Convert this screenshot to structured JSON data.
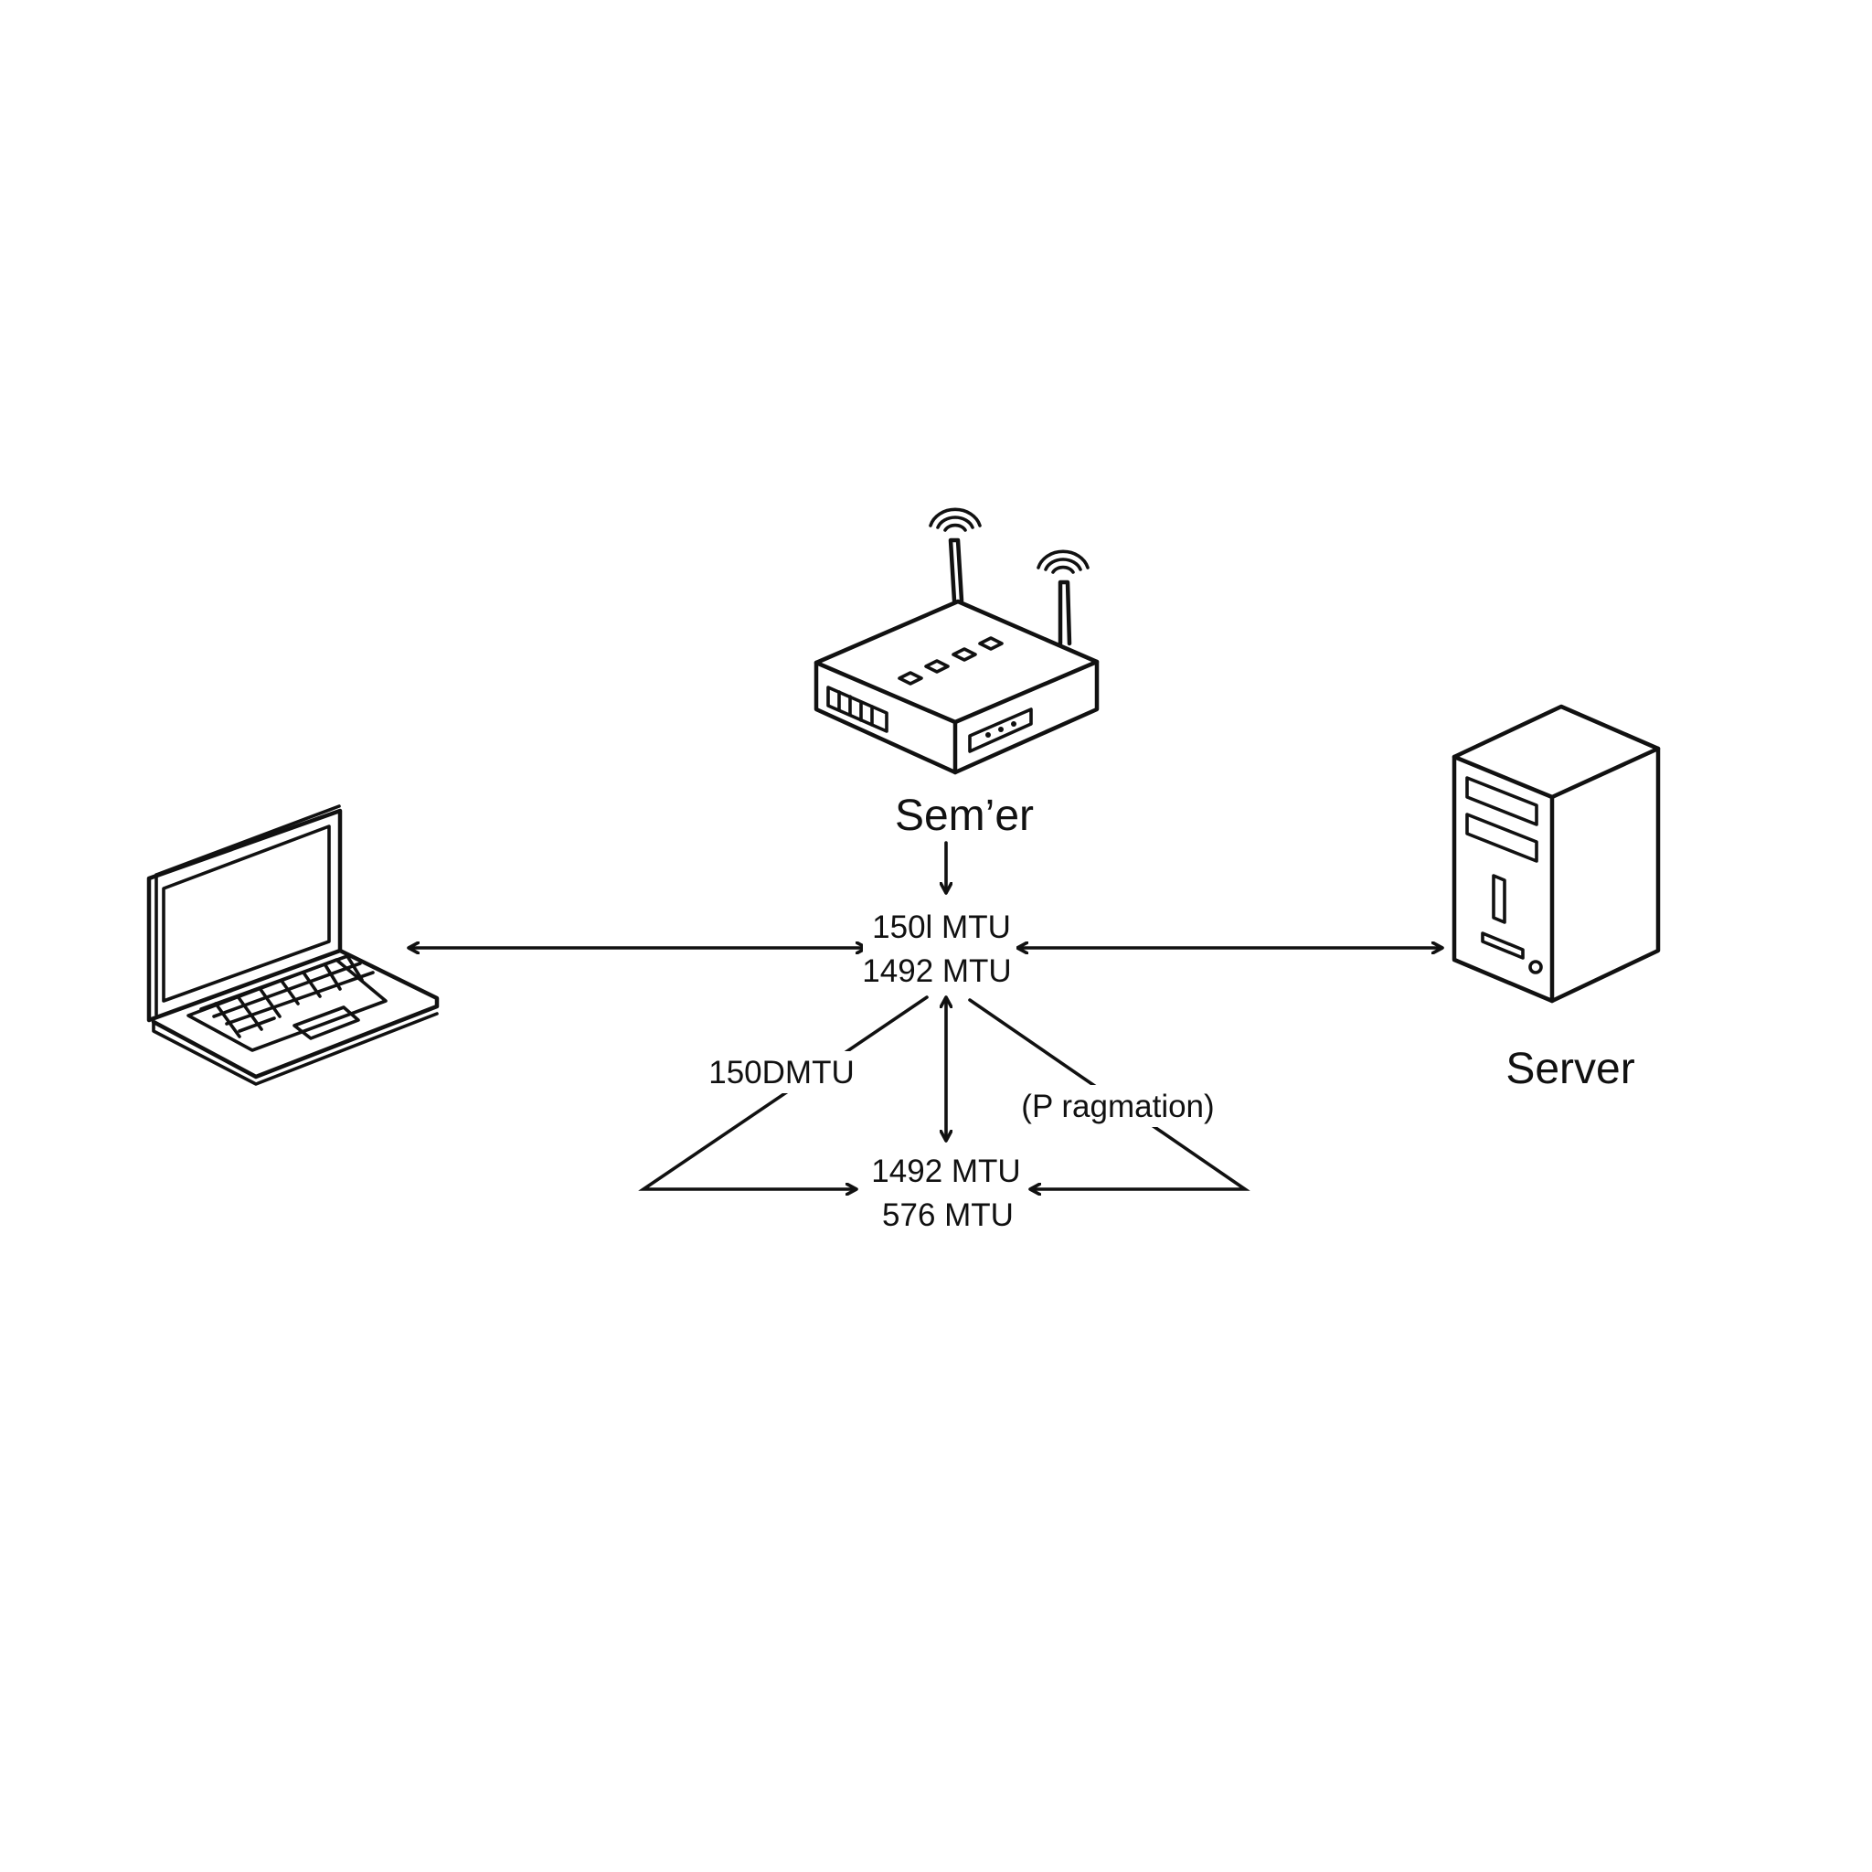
{
  "nodes": {
    "router_label": "Sem’er",
    "server_label": "Server"
  },
  "hub_top": {
    "line1": "150l MTU",
    "line2": "1492 MTU"
  },
  "hub_bottom": {
    "line1": "1492 MTU",
    "line2": "576 MTU"
  },
  "edge_labels": {
    "left": "150DMTU",
    "right": "(P ragmation)"
  },
  "colors": {
    "ink": "#111111",
    "background": "#ffffff"
  },
  "icons": [
    "laptop-icon",
    "router-icon",
    "wifi-signal-icon",
    "server-tower-icon"
  ]
}
